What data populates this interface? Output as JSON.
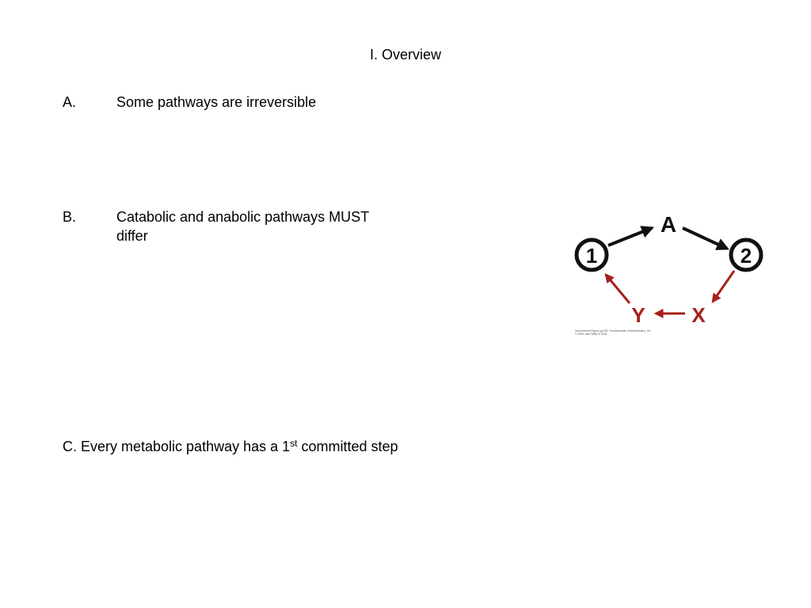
{
  "slide": {
    "title": "I. Overview"
  },
  "bullets": {
    "a": {
      "marker": "A.",
      "text": "Some pathways are irreversible"
    },
    "b": {
      "marker": "B.",
      "text_line1": "Catabolic and anabolic pathways MUST",
      "text_line2": "differ"
    },
    "c": {
      "prefix": "C.  Every metabolic pathway has a 1",
      "superscript": "st",
      "suffix": " committed step"
    }
  },
  "figure": {
    "nodes": {
      "one": "1",
      "two": "2",
      "a": "A",
      "x": "X",
      "y": "Y"
    },
    "colors": {
      "forward_path": "#111111",
      "reverse_path": "#a5201c"
    },
    "credit_line1": "Unnumbered Figure pg 402. Fundamentals of Biochemistry, 2/e",
    "credit_line2": "© 2006 John Wiley & Sons"
  }
}
